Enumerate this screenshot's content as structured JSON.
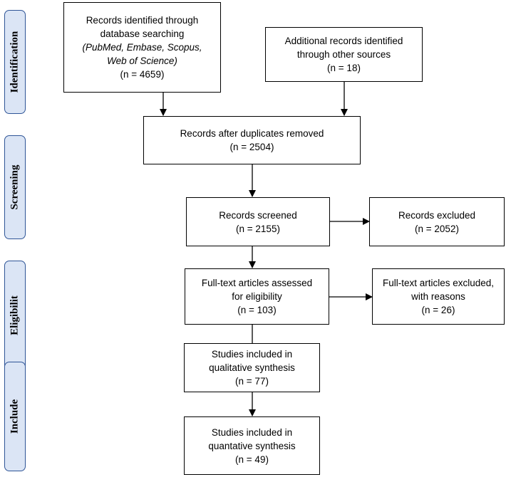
{
  "stages": {
    "identification": "Identification",
    "screening": "Screening",
    "eligibility": "Eligibilit",
    "include": "Include"
  },
  "boxes": {
    "db_search": {
      "line1": "Records identified through",
      "line2": "database searching",
      "line3": "(PubMed, Embase, Scopus,",
      "line4": "Web of Science)",
      "line5": "(n =  4659)"
    },
    "other_sources": {
      "line1": "Additional records identified",
      "line2": "through other sources",
      "line3": "(n = 18)"
    },
    "duplicates_removed": {
      "line1": "Records after duplicates removed",
      "line2": "(n = 2504)"
    },
    "screened": {
      "line1": "Records  screened",
      "line2": "(n =  2155)"
    },
    "excluded": {
      "line1": "Records  excluded",
      "line2": "(n = 2052)"
    },
    "fulltext_assessed": {
      "line1": "Full-text articles assessed",
      "line2": "for eligibility",
      "line3": "(n = 103)"
    },
    "fulltext_excluded": {
      "line1": "Full-text articles excluded,",
      "line2": "with reasons",
      "line3": "(n = 26)"
    },
    "qualitative": {
      "line1": "Studies included in",
      "line2": "qualitative synthesis",
      "line3": "(n = 77)"
    },
    "quantitative": {
      "line1": "Studies included in",
      "line2": "quantative synthesis",
      "line3": "(n = 49)"
    }
  }
}
